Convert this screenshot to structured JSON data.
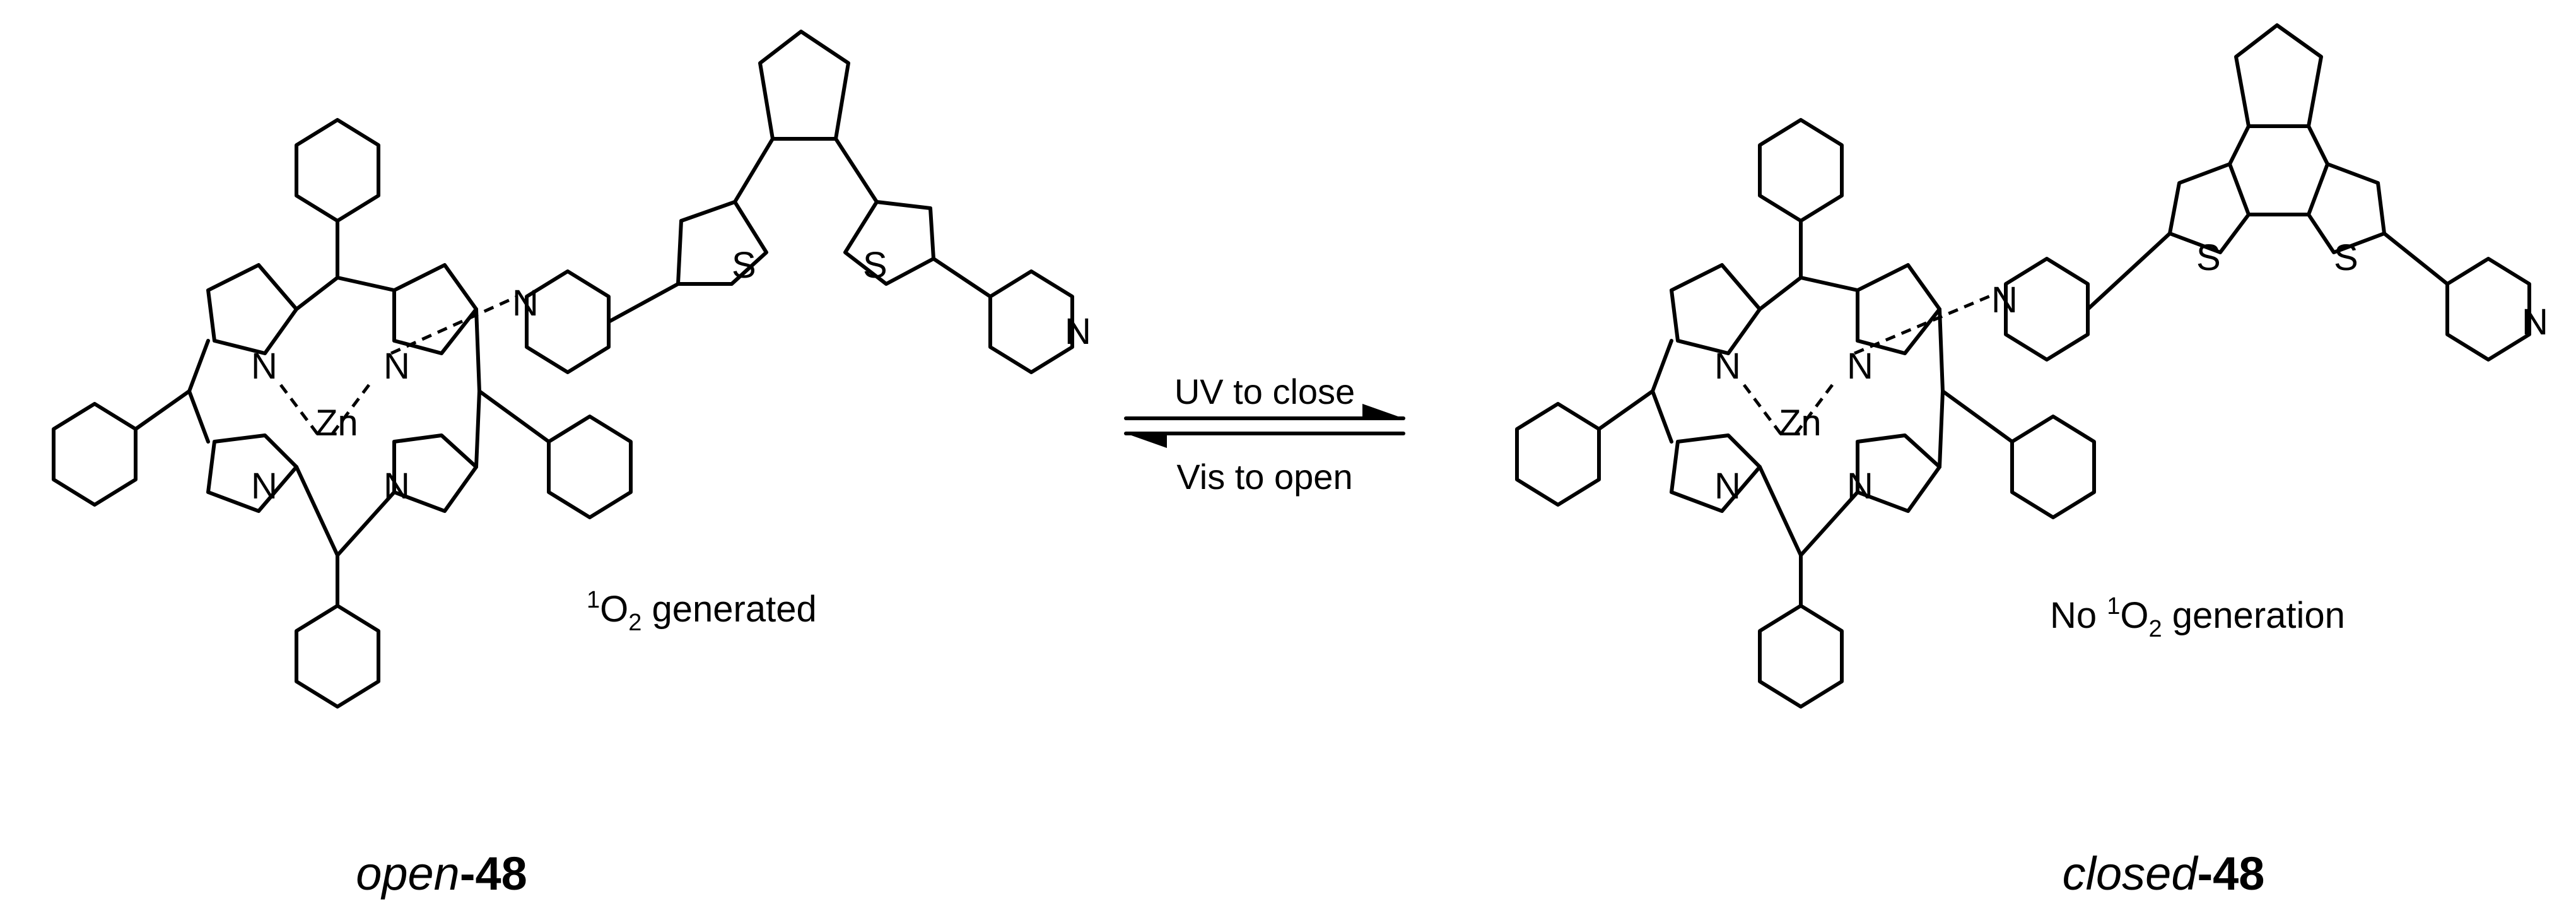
{
  "left_molecule": {
    "caption_italic": "open",
    "caption_bold": "-48",
    "note_superscript": "1",
    "note_main": "O",
    "note_subscript": "2",
    "note_tail": " generated",
    "atoms": {
      "zn": "Zn",
      "n": "N",
      "s": "S"
    }
  },
  "right_molecule": {
    "caption_italic": "closed",
    "caption_bold": "-48",
    "note_prefix": "No ",
    "note_superscript": "1",
    "note_main": "O",
    "note_subscript": "2",
    "note_tail": " generation",
    "atoms": {
      "zn": "Zn",
      "n": "N",
      "s": "S"
    }
  },
  "equilibrium": {
    "forward_label": "UV to close",
    "reverse_label": "Vis to open"
  }
}
